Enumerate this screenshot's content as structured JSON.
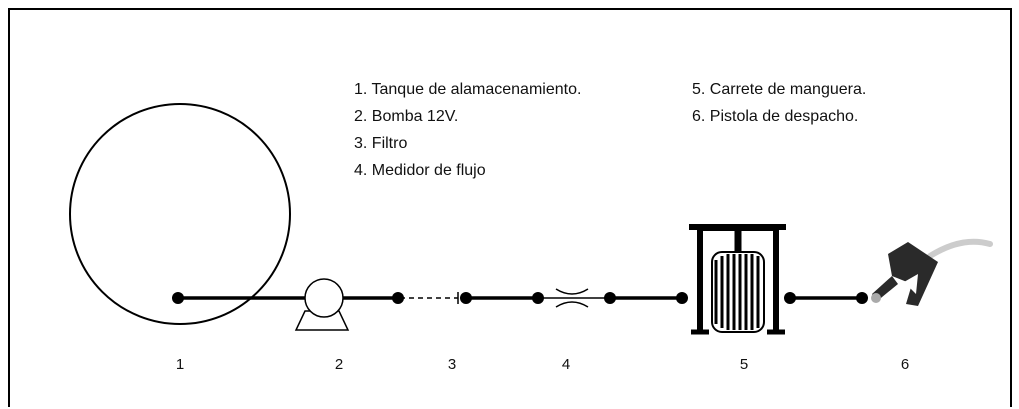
{
  "legend": {
    "left": [
      "1. Tanque de alamacenamiento.",
      "2. Bomba 12V.",
      "3. Filtro",
      "4. Medidor de flujo"
    ],
    "right": [
      "5. Carrete de manguera.",
      "6. Pistola de despacho."
    ]
  },
  "component_numbers": [
    "1",
    "2",
    "3",
    "4",
    "5",
    "6"
  ],
  "colors": {
    "line": "#000000",
    "hose": "#cccccc",
    "nozzle": "#2a2a2a"
  }
}
